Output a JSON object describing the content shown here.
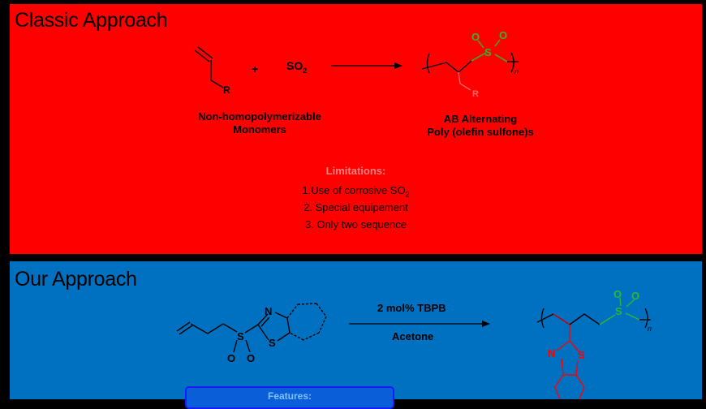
{
  "classic": {
    "heading": "Classic Approach",
    "plus": "+",
    "reagent_main": "SO",
    "reagent_sub": "2",
    "monomer_label_line1": "Non-homopolymerizable",
    "monomer_label_line2": "Monomers",
    "product_label_line1": "AB Alternating",
    "product_label_line2": "Poly (olefin sulfone)s",
    "limitations": {
      "title": "Limitations:",
      "item1_main": "1.Use of corrosive SO",
      "item1_sub": "2",
      "item2": "2. Special equipement",
      "item3": "3. Only two sequence"
    },
    "atoms": {
      "R_monomer": "R",
      "R_polymer": "R",
      "S": "S",
      "O1": "O",
      "O2": "O",
      "n": "n"
    }
  },
  "ours": {
    "heading": "Our Approach",
    "conditions_top": "2 mol% TBPB",
    "conditions_bottom": "Acetone",
    "features_label": "Features:",
    "atoms": {
      "N": "N",
      "S_ring": "S",
      "S_sulfonyl": "S",
      "O1": "O",
      "O2": "O",
      "N_product": "N",
      "S_product_ring": "S",
      "S_product": "S",
      "PO1": "O",
      "PO2": "O",
      "n": "n"
    }
  },
  "colors": {
    "classic_bg": "#ff0000",
    "ours_bg": "#0070c0",
    "sulfone_green": "#2eb82e",
    "benzothiazole_red": "#ff0000",
    "features_border": "#1a1aff"
  }
}
